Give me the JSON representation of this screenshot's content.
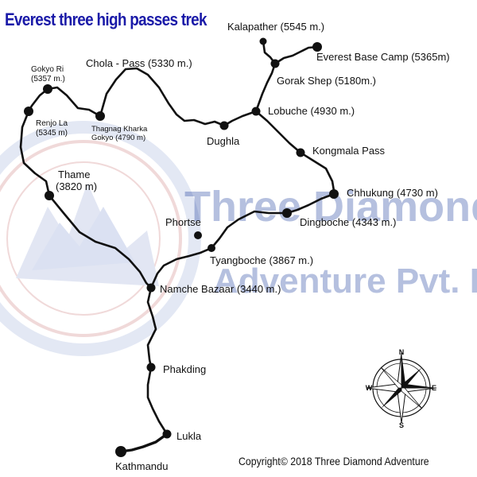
{
  "title": "Everest three high passes trek",
  "watermark": {
    "line1": "Three Diamond",
    "line2": "Adventure Pvt. Ltd.",
    "color": "#1e3f9e"
  },
  "copyright": "Copyright© 2018 Three Diamond Adventure",
  "places": {
    "kalapather": "Kalapather (5545 m.)",
    "everest_base_camp": "Everest Base Camp (5365m)",
    "gorak_shep": "Gorak Shep (5180m.)",
    "lobuche": "Lobuche (4930 m.)",
    "chola_pass": "Chola - Pass (5330 m.)",
    "gokyo_ri_name": "Gokyo Ri",
    "gokyo_ri_alt": "(5357 m.)",
    "renjo_la_name": "Renjo La",
    "renjo_la_alt": "(5345 m)",
    "thagnag_kharka": "Thagnag Kharka",
    "gokyo": "Gokyo (4790 m)",
    "dughla": "Dughla",
    "kongmala_pass": "Kongmala Pass",
    "thame_name": "Thame",
    "thame_alt": "(3820 m)",
    "chhukung": "Chhukung (4730 m)",
    "dingboche": "Dingboche (4343 m.)",
    "phortse": "Phortse",
    "tyangboche": "Tyangboche (3867 m.)",
    "namche_bazaar": "Namche Bazaar (3440 m.)",
    "phakding": "Phakding",
    "lukla": "Lukla",
    "kathmandu": "Kathmandu"
  },
  "compass": {
    "north": "N",
    "south": "S",
    "east": "E",
    "west": "W"
  },
  "colors": {
    "route": "#111111",
    "title": "#1a1aa8"
  }
}
